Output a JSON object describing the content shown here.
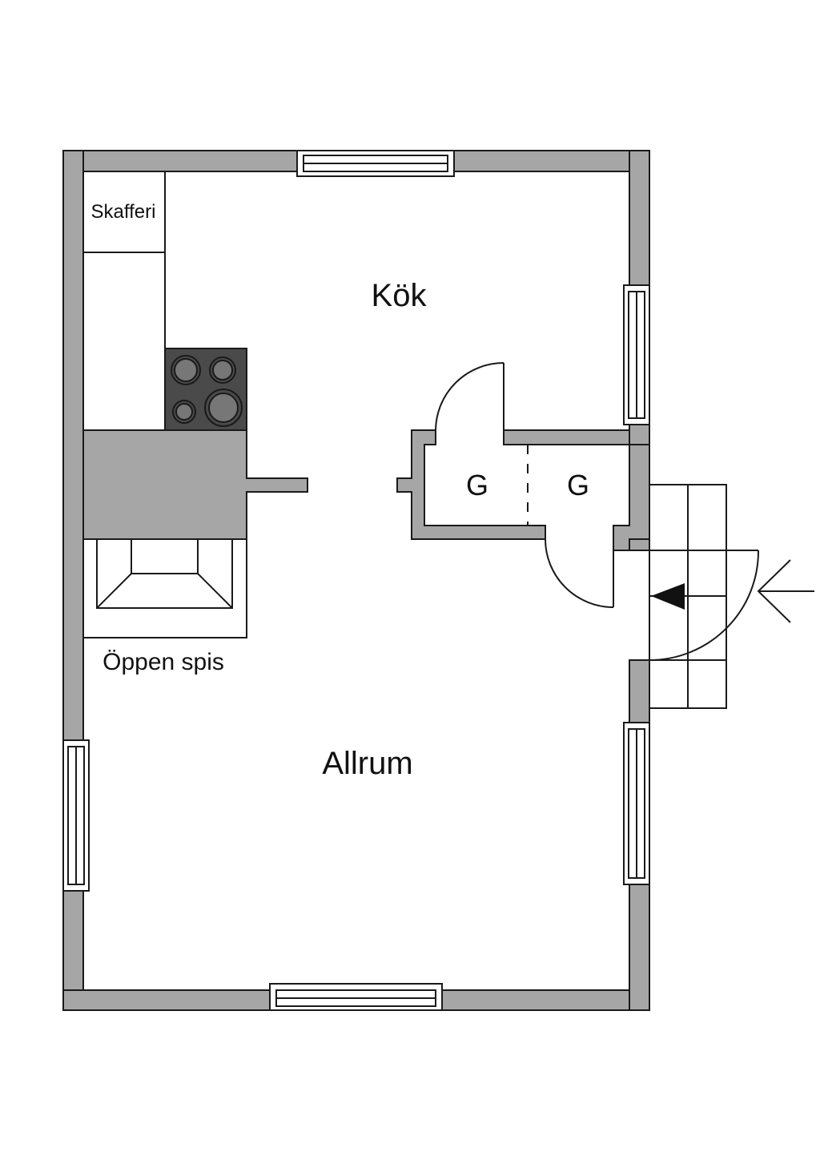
{
  "rooms": {
    "kitchen": "Kök",
    "pantry": "Skafferi",
    "fireplace": "Öppen spis",
    "living": "Allrum",
    "closet_left": "G",
    "closet_right": "G"
  },
  "colors": {
    "wall": "#a6a6a6",
    "stove": "#4a4a4a",
    "line": "#1a1a1a"
  },
  "icons": {
    "entry": "entry-arrow-icon",
    "stairs_direction": "stairs-direction-arrow-icon"
  }
}
